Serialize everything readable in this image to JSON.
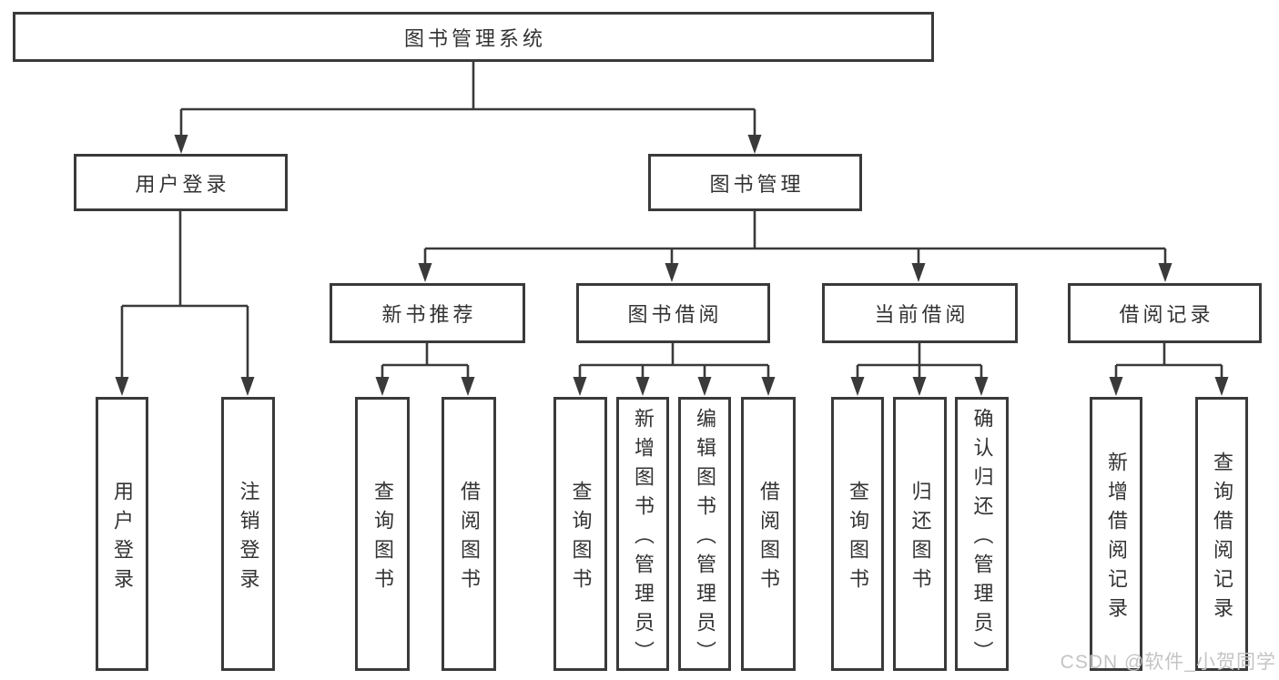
{
  "diagram": {
    "root": {
      "label": "图书管理系统"
    },
    "branches": [
      {
        "label": "用户登录",
        "leaves": [
          {
            "label": "用户登录"
          },
          {
            "label": "注销登录"
          }
        ]
      },
      {
        "label": "图书管理",
        "sections": [
          {
            "label": "新书推荐",
            "leaves": [
              {
                "label": "查询图书"
              },
              {
                "label": "借阅图书"
              }
            ]
          },
          {
            "label": "图书借阅",
            "leaves": [
              {
                "label": "查询图书"
              },
              {
                "label": "新增图书（管理员）"
              },
              {
                "label": "编辑图书（管理员）"
              },
              {
                "label": "借阅图书"
              }
            ]
          },
          {
            "label": "当前借阅",
            "leaves": [
              {
                "label": "查询图书"
              },
              {
                "label": "归还图书"
              },
              {
                "label": "确认归还（管理员）"
              }
            ]
          },
          {
            "label": "借阅记录",
            "leaves": [
              {
                "label": "新增借阅记录"
              },
              {
                "label": "查询借阅记录"
              }
            ]
          }
        ]
      }
    ]
  },
  "watermark": {
    "text": "CSDN @软件_小贺同学"
  },
  "colors": {
    "line": "#3a3a3a",
    "text": "#333333",
    "watermark": "#c4c4c4",
    "background": "#ffffff"
  }
}
